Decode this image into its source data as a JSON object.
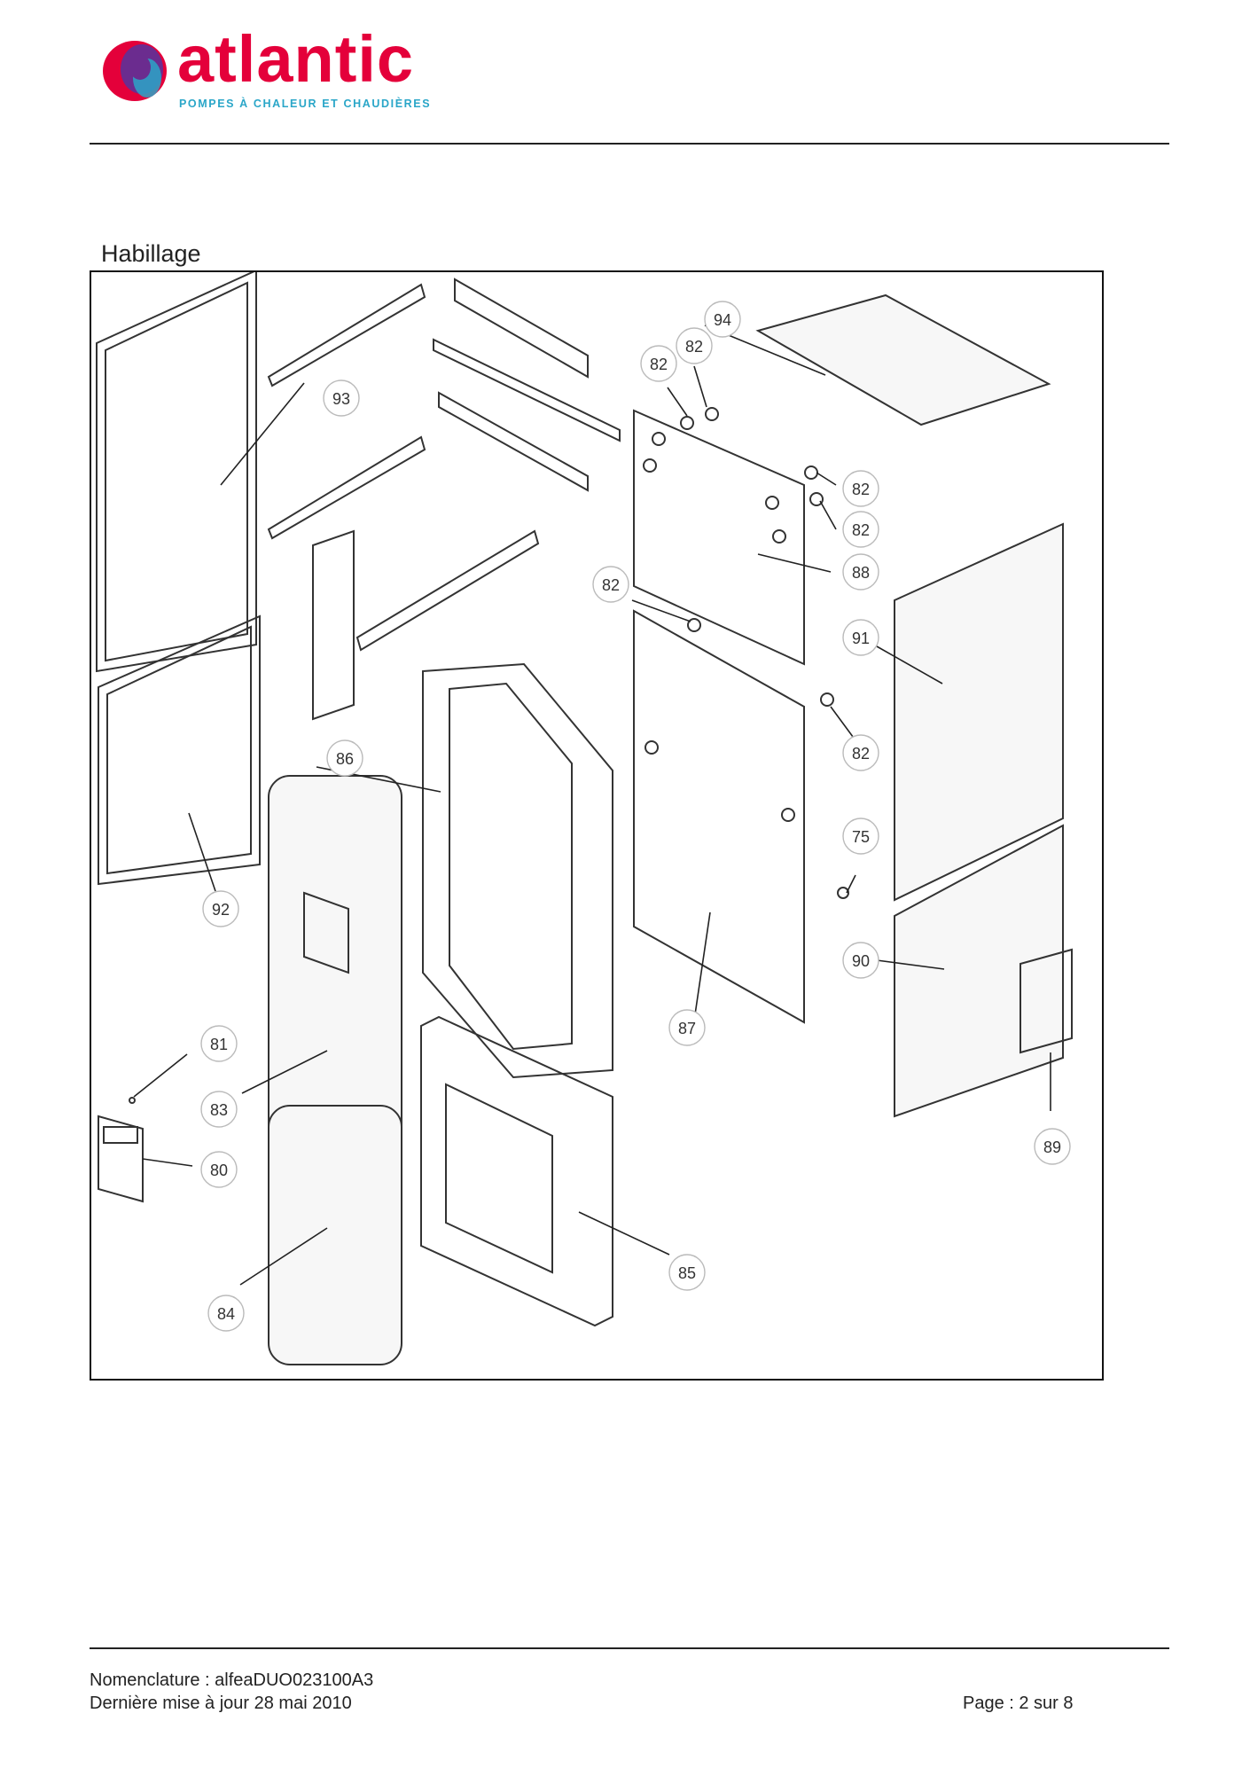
{
  "header": {
    "logo_word": "atlantic",
    "logo_tagline": "POMPES À CHALEUR ET CHAUDIÈRES",
    "brand_colors": {
      "red": "#e4003a",
      "purple": "#6b2c8f",
      "blue": "#2aa6c8"
    }
  },
  "section": {
    "title": "Habillage"
  },
  "callouts": [
    "94",
    "82",
    "82",
    "93",
    "82",
    "82",
    "88",
    "82",
    "91",
    "86",
    "82",
    "75",
    "92",
    "90",
    "87",
    "81",
    "83",
    "89",
    "80",
    "85",
    "84"
  ],
  "footer": {
    "nomenclature": "Nomenclature : alfeaDUO023100A3",
    "updated": "Dernière mise à jour 28 mai 2010",
    "page": "Page : 2 sur 8"
  }
}
